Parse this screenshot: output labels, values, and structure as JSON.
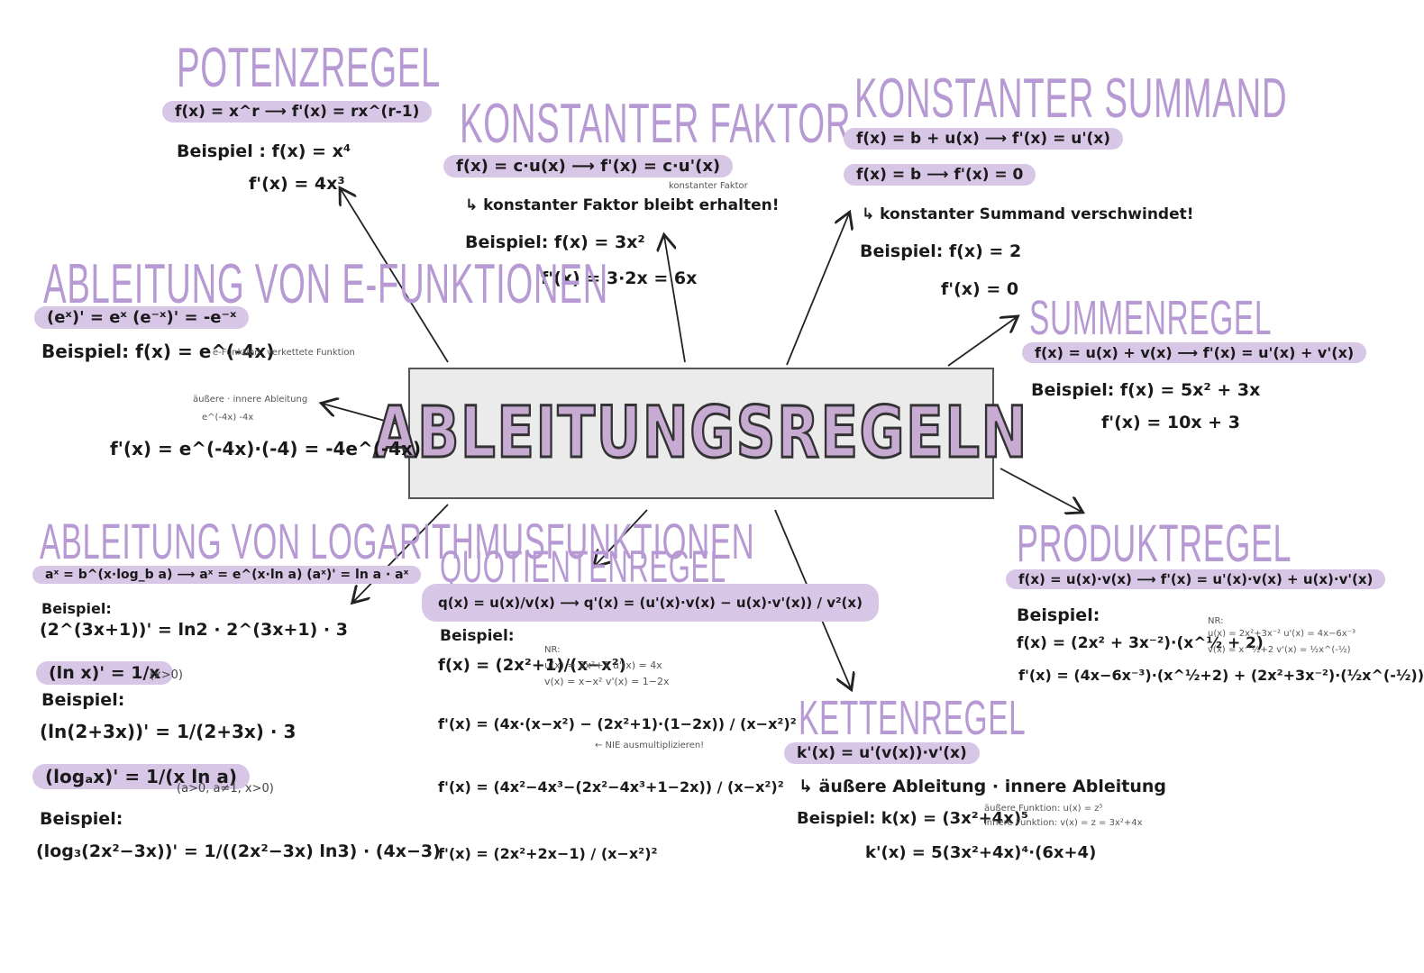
{
  "center": {
    "title": "ABLEITUNGSREGELN"
  },
  "potenz": {
    "title": "POTENZREGEL",
    "rule": "f(x) = x^r ⟶ f'(x) = rx^(r-1)",
    "ex1": "Beispiel : f(x) = x⁴",
    "ex2": "f'(x) = 4x³"
  },
  "faktor": {
    "title": "KONSTANTER FAKTOR",
    "rule": "f(x) = c·u(x) ⟶ f'(x) = c·u'(x)",
    "note_small": "konstanter Faktor",
    "note": "↳ konstanter Faktor bleibt erhalten!",
    "ex1": "Beispiel: f(x) = 3x²",
    "ex2": "f'(x) = 3·2x = 6x"
  },
  "summand": {
    "title": "KONSTANTER SUMMAND",
    "rule1": "f(x) = b + u(x) ⟶ f'(x) = u'(x)",
    "rule2": "f(x) = b ⟶ f'(x) = 0",
    "note": "↳ konstanter Summand verschwindet!",
    "ex1": "Beispiel: f(x) = 2",
    "ex2": "f'(x) = 0"
  },
  "efunk": {
    "title": "ABLEITUNG VON E-FUNKTIONEN",
    "rule": "(eˣ)' = eˣ    (e⁻ˣ)' = -e⁻ˣ",
    "ex": "Beispiel: f(x) = e^(-4x)",
    "note1": "e-Funktion",
    "note2": "verkettete Funktion",
    "note3": "äußere · innere Ableitung",
    "note4": "e^(-4x)      -4x",
    "res": "f'(x) = e^(-4x)·(-4) = -4e^(-4x)"
  },
  "summe": {
    "title": "SUMMENREGEL",
    "rule": "f(x) = u(x) + v(x) ⟶ f'(x) = u'(x) + v'(x)",
    "ex1": "Beispiel: f(x) = 5x² + 3x",
    "ex2": "f'(x) = 10x + 3"
  },
  "produkt": {
    "title": "PRODUKTREGEL",
    "rule": "f(x) = u(x)·v(x) ⟶ f'(x) = u'(x)·v(x) + u(x)·v'(x)",
    "ex_label": "Beispiel:",
    "ex1": "f(x) = (2x² + 3x⁻²)·(x^½ + 2)",
    "nr": "NR:",
    "nr1": "u(x) = 2x²+3x⁻²    u'(x) = 4x−6x⁻³",
    "nr2": "v(x) = x^½+2        v'(x) = ½x^(-½)",
    "ex2": "f'(x) = (4x−6x⁻³)·(x^½+2) + (2x²+3x⁻²)·(½x^(-½))"
  },
  "log": {
    "title": "ABLEITUNG VON LOGARITHMUSFUNKTIONEN",
    "rule": "aˣ = b^(x·log_b a) ⟶ aˣ = e^(x·ln a)   (aˣ)' = ln a · aˣ",
    "ex_label": "Beispiel:",
    "ex1": "(2^(3x+1))' = ln2 · 2^(3x+1) · 3",
    "ln_rule": "(ln x)' = 1/x",
    "ln_cond": "(x>0)",
    "ex2_label": "Beispiel:",
    "ex2": "(ln(2+3x))' = 1/(2+3x) · 3",
    "loga_rule": "(logₐx)' = 1/(x ln a)",
    "loga_cond": "(a>0, a≠1, x>0)",
    "ex3_label": "Beispiel:",
    "ex3": "(log₃(2x²−3x))' = 1/((2x²−3x) ln3) · (4x−3)"
  },
  "quotient": {
    "title": "QUOTIENTENREGEL",
    "rule": "q(x) = u(x)/v(x) ⟶ q'(x) = (u'(x)·v(x) − u(x)·v'(x)) / v²(x)",
    "ex_label": "Beispiel:",
    "ex1": "f(x) = (2x²+1)/(x−x²)",
    "nr": "NR:",
    "nr1": "u(x) = 2x²+1      u'(x) = 4x",
    "nr2": "v(x) = x−x²       v'(x) = 1−2x",
    "s1": "f'(x) = (4x·(x−x²) − (2x²+1)·(1−2x)) / (x−x²)²",
    "s1_note": "← NIE ausmultiplizieren!",
    "s2": "f'(x) = (4x²−4x³−(2x²−4x³+1−2x)) / (x−x²)²",
    "s3": "f'(x) = (2x²+2x−1) / (x−x²)²"
  },
  "kette": {
    "title": "KETTENREGEL",
    "rule": "k'(x) = u'(v(x))·v'(x)",
    "note": "↳ äußere Ableitung · innere Ableitung",
    "ex1": "Beispiel: k(x) = (3x²+4x)⁵",
    "nr1": "äußere Funktion: u(x) = z⁵",
    "nr2": "innere Funktion: v(x) = z = 3x²+4x",
    "ex2": "k'(x) = 5(3x²+4x)⁴·(6x+4)"
  },
  "colors": {
    "accent": "#b79ad3",
    "highlight": "#d8c6e6"
  }
}
